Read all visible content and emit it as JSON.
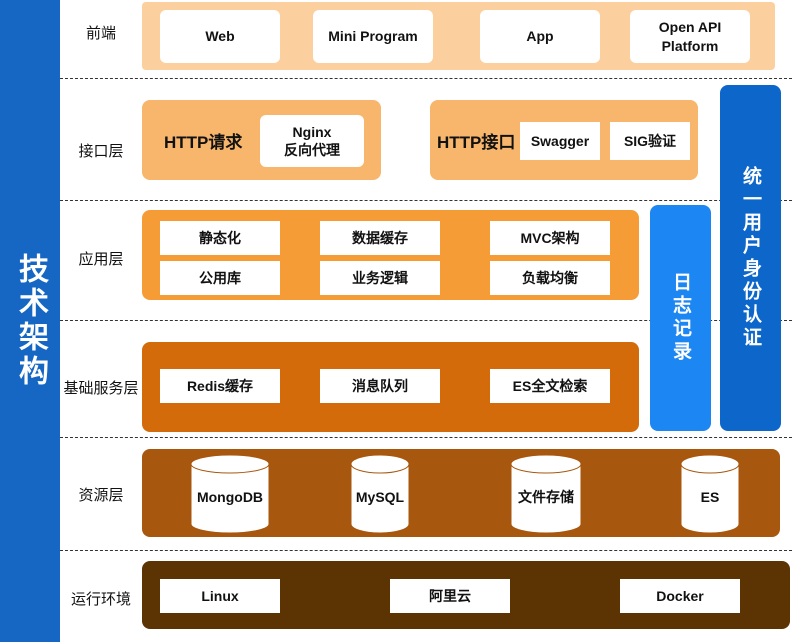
{
  "side_title": "技术架构",
  "layers": {
    "frontend": {
      "label": "前端",
      "items": [
        "Web",
        "Mini Program",
        "App",
        "Open API Platform"
      ]
    },
    "api": {
      "label": "接口层",
      "http_request": "HTTP请求",
      "nginx": "Nginx\n反向代理",
      "http_interface": "HTTP接口",
      "swagger": "Swagger",
      "sig": "SIG验证"
    },
    "application": {
      "label": "应用层",
      "items": [
        "静态化",
        "数据缓存",
        "MVC架构",
        "公用库",
        "业务逻辑",
        "负载均衡"
      ]
    },
    "base_service": {
      "label": "基础服务层",
      "items": [
        "Redis缓存",
        "消息队列",
        "ES全文检索"
      ]
    },
    "resource": {
      "label": "资源层",
      "items": [
        "MongoDB",
        "MySQL",
        "文件存储",
        "ES"
      ]
    },
    "runtime": {
      "label": "运行环境",
      "items": [
        "Linux",
        "阿里云",
        "Docker"
      ]
    }
  },
  "log_bar": "日志记录",
  "auth_bar": "统一用户身份认证",
  "colors": {
    "sidebar": "#1667c4",
    "frontend_panel": "#fccf9e",
    "api_panel": "#f7b66c",
    "app_panel": "#f59c37",
    "base_panel": "#d46b0b",
    "resource_panel": "#a8570e",
    "runtime_panel": "#5c3302",
    "log_bar": "#1c86f2",
    "auth_bar": "#0d66c9"
  }
}
